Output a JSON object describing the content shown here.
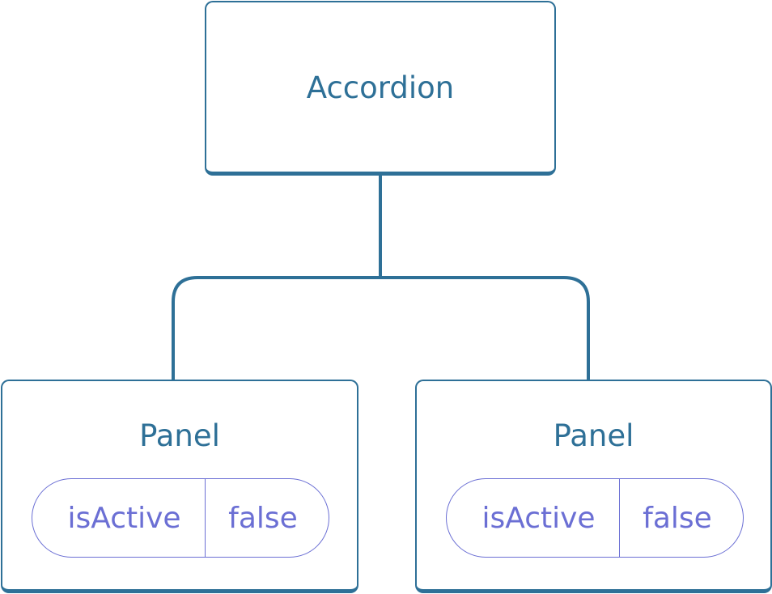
{
  "diagram": {
    "root": {
      "label": "Accordion"
    },
    "children": [
      {
        "label": "Panel",
        "state": {
          "key": "isActive",
          "value": "false"
        }
      },
      {
        "label": "Panel",
        "state": {
          "key": "isActive",
          "value": "false"
        }
      }
    ],
    "colors": {
      "node_border": "#2e7097",
      "node_text": "#2e7097",
      "state_border": "#6b6fd4",
      "state_text": "#6b6fd4"
    }
  }
}
